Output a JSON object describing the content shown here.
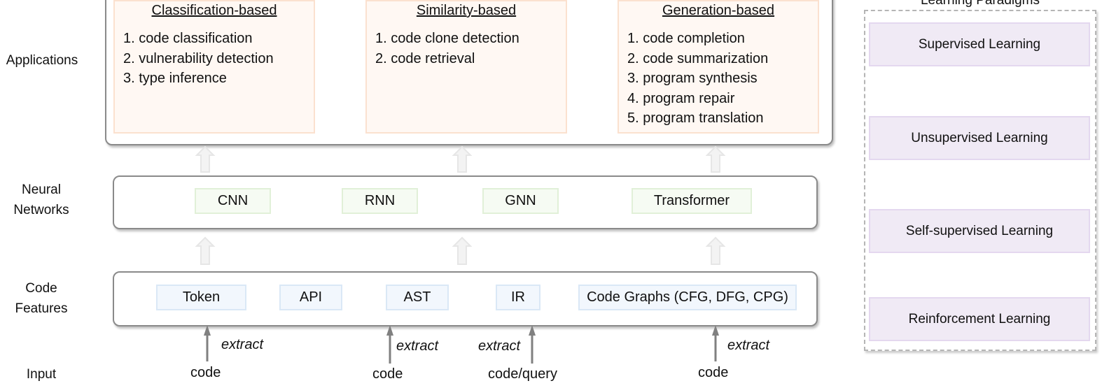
{
  "row_labels": {
    "applications": "Applications",
    "neural": "Neural\nNetworks",
    "features": "Code\nFeatures",
    "input": "Input"
  },
  "applications": [
    {
      "title": "Classification-based",
      "items": [
        "1. code classification",
        "2. vulnerability detection",
        "3. type inference"
      ]
    },
    {
      "title": "Similarity-based",
      "items": [
        "1. code clone detection",
        "2. code retrieval"
      ]
    },
    {
      "title": "Generation-based",
      "items": [
        "1. code completion",
        "2. code summarization",
        "3. program synthesis",
        "4. program repair",
        "5. program translation"
      ]
    }
  ],
  "neural_networks": [
    "CNN",
    "RNN",
    "GNN",
    "Transformer"
  ],
  "code_features": [
    "Token",
    "API",
    "AST",
    "IR",
    "Code Graphs (CFG, DFG, CPG)"
  ],
  "inputs": [
    "code",
    "code",
    "code/query",
    "code"
  ],
  "extract_label": "extract",
  "learning_paradigms": {
    "title": "Learning Paradigms",
    "items": [
      "Supervised Learning",
      "Unsupervised Learning",
      "Self-supervised Learning",
      "Reinforcement Learning"
    ]
  },
  "arrows": {
    "hollow_color": "#e6e6e6",
    "solid_color": "#808080",
    "hollow_x": [
      293,
      660,
      1022
    ],
    "solid_x": [
      296,
      557,
      760,
      1022
    ]
  }
}
